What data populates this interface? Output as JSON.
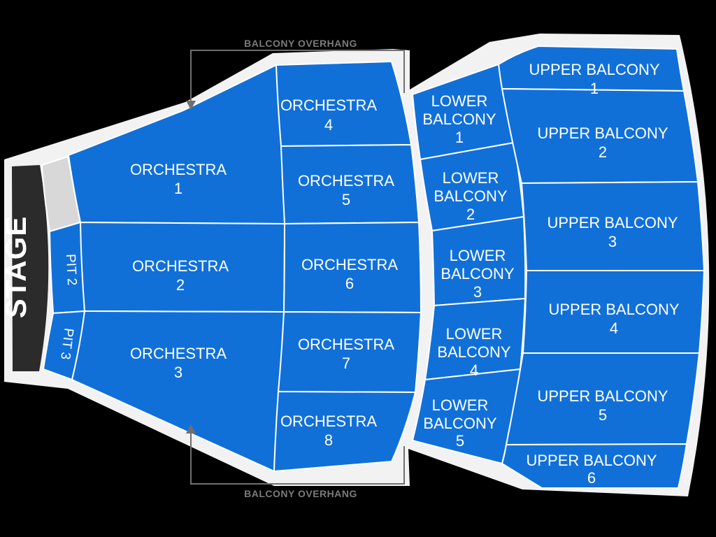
{
  "stage": {
    "label": "STAGE"
  },
  "pits": {
    "pit2": {
      "label": "PIT 2"
    },
    "pit3": {
      "label": "PIT 3"
    }
  },
  "orchestra": [
    {
      "name": "ORCHESTRA",
      "number": "1"
    },
    {
      "name": "ORCHESTRA",
      "number": "2"
    },
    {
      "name": "ORCHESTRA",
      "number": "3"
    },
    {
      "name": "ORCHESTRA",
      "number": "4"
    },
    {
      "name": "ORCHESTRA",
      "number": "5"
    },
    {
      "name": "ORCHESTRA",
      "number": "6"
    },
    {
      "name": "ORCHESTRA",
      "number": "7"
    },
    {
      "name": "ORCHESTRA",
      "number": "8"
    }
  ],
  "lower_balcony": [
    {
      "line1": "LOWER",
      "line2": "BALCONY",
      "number": "1"
    },
    {
      "line1": "LOWER",
      "line2": "BALCONY",
      "number": "2"
    },
    {
      "line1": "LOWER",
      "line2": "BALCONY",
      "number": "3"
    },
    {
      "line1": "LOWER",
      "line2": "BALCONY",
      "number": "4"
    },
    {
      "line1": "LOWER",
      "line2": "BALCONY",
      "number": "5"
    }
  ],
  "upper_balcony": [
    {
      "name": "UPPER BALCONY",
      "number": "1"
    },
    {
      "name": "UPPER BALCONY",
      "number": "2"
    },
    {
      "name": "UPPER BALCONY",
      "number": "3"
    },
    {
      "name": "UPPER BALCONY",
      "number": "4"
    },
    {
      "name": "UPPER BALCONY",
      "number": "5"
    },
    {
      "name": "UPPER BALCONY",
      "number": "6"
    }
  ],
  "annotations": {
    "balcony_overhang_top": "BALCONY OVERHANG",
    "balcony_overhang_bottom": "BALCONY OVERHANG"
  },
  "colors": {
    "section_blue": "#1170d8",
    "stage_dark": "#2b2b2b",
    "backdrop": "#f2f2f2",
    "unavailable_gray": "#d8d8d8",
    "annotation_gray": "#7b7b7b",
    "label_white": "#ffffff",
    "canvas_black": "#000000"
  }
}
